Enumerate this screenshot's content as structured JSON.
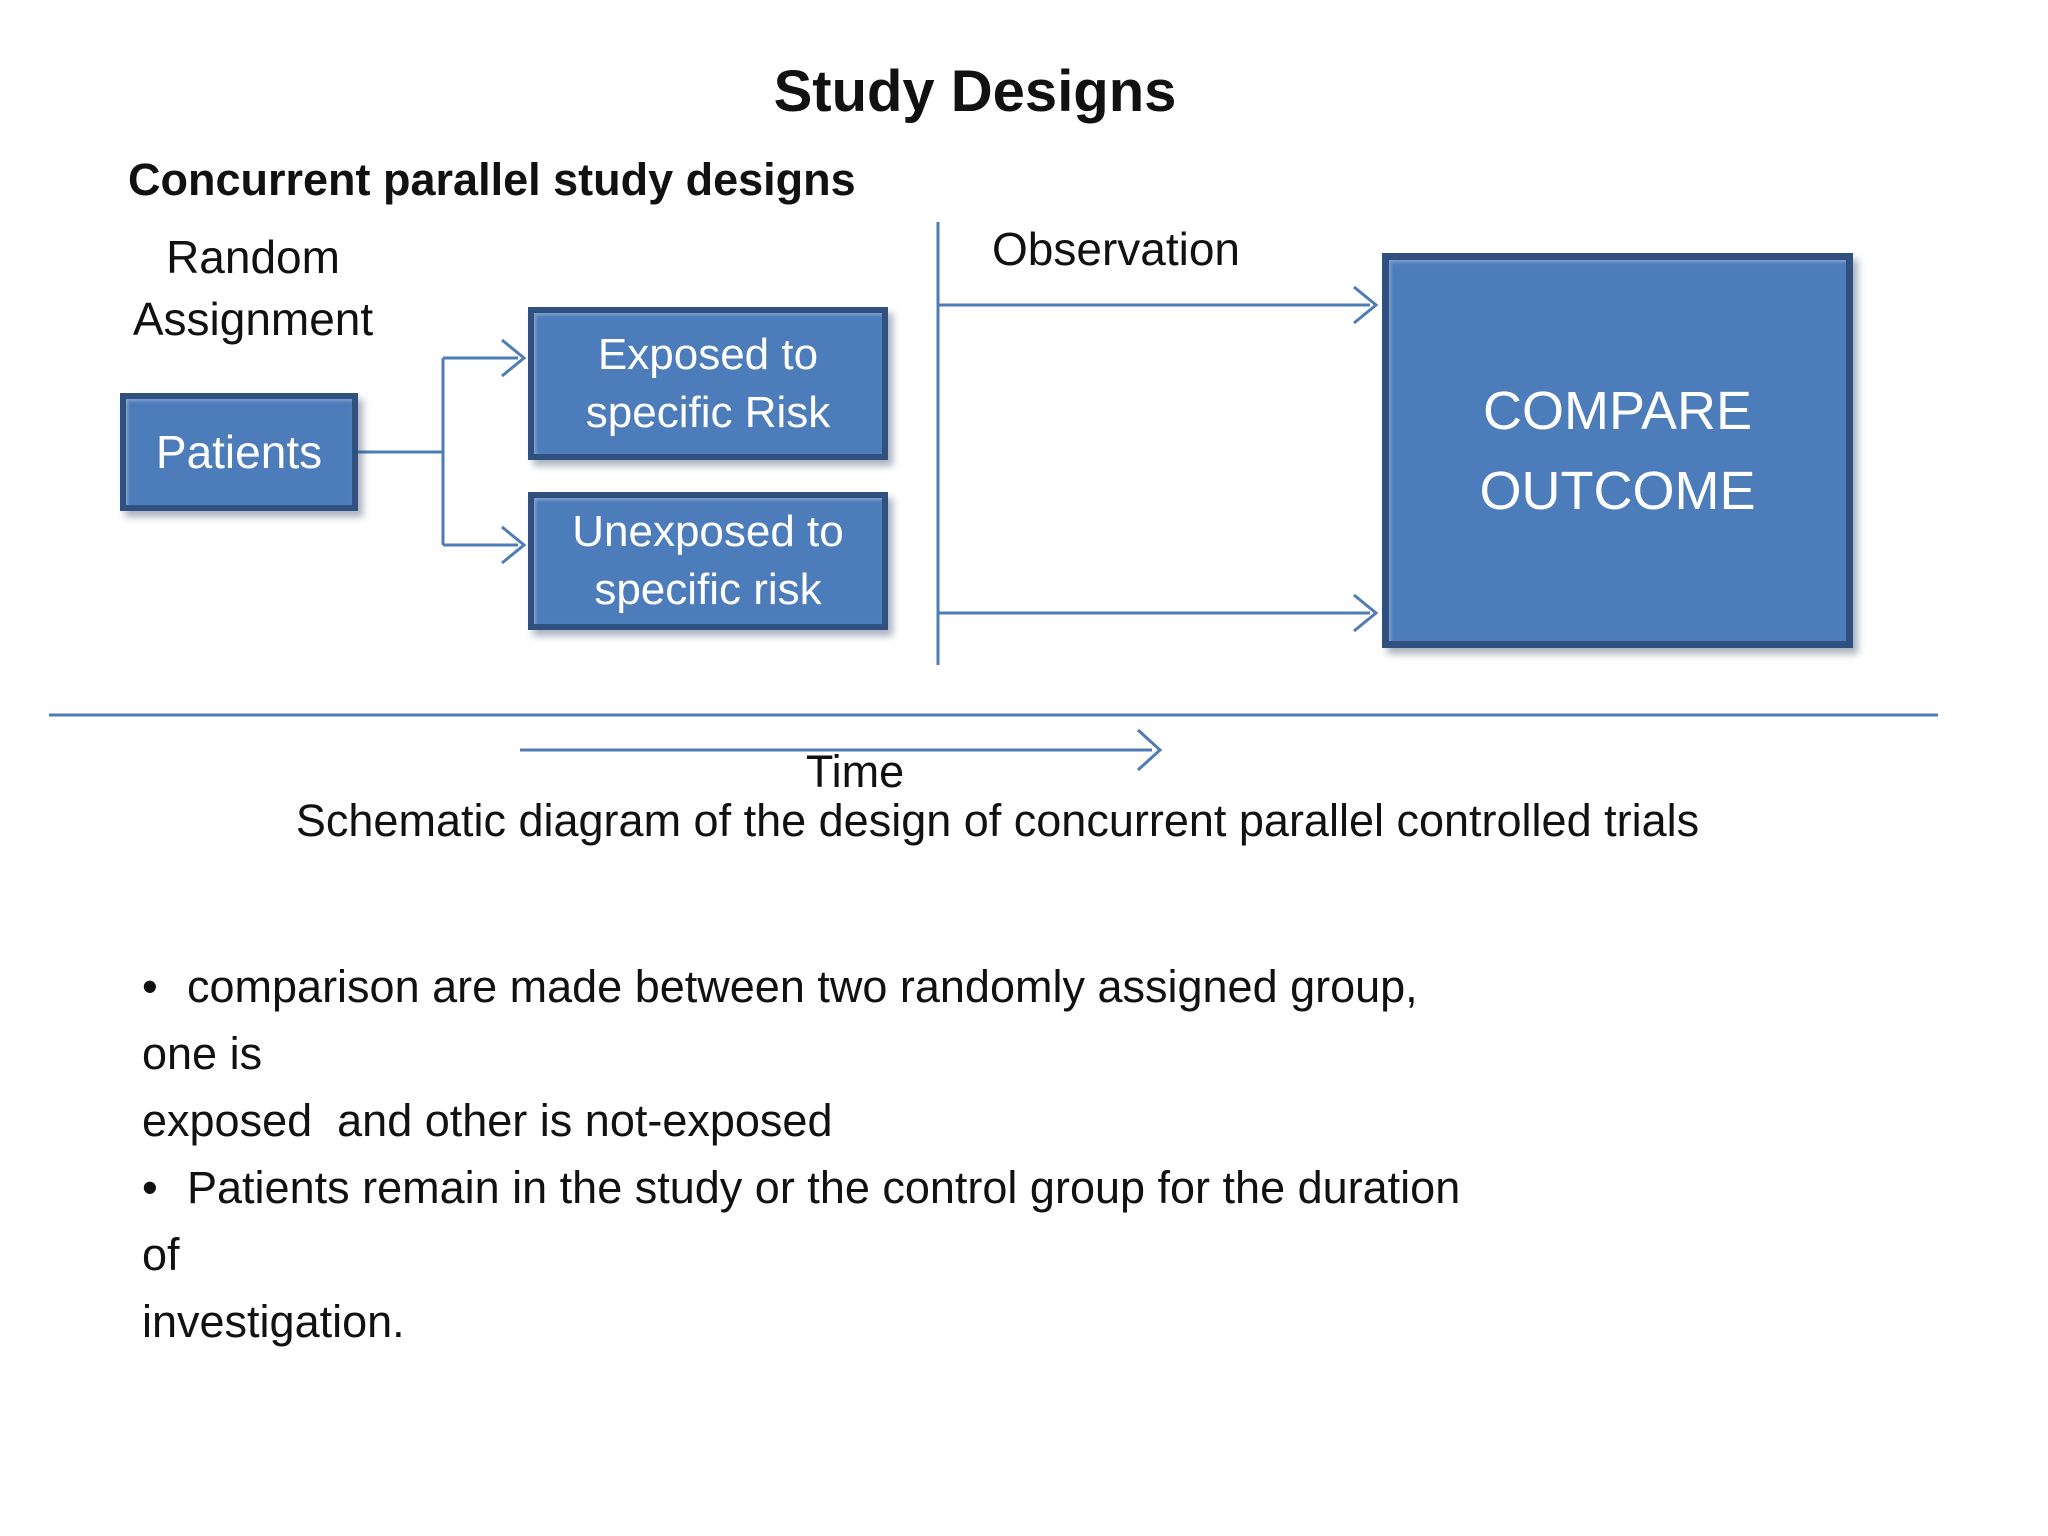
{
  "slide": {
    "title": "Study Designs",
    "subtitle": "Concurrent parallel study designs"
  },
  "diagram": {
    "random_assignment": {
      "lines": [
        "Random",
        "Assignment"
      ]
    },
    "patients_label": "Patients",
    "exposed_box": {
      "lines": [
        "Exposed to",
        "specific Risk"
      ]
    },
    "unexposed_box": {
      "lines": [
        "Unexposed to",
        "specific risk"
      ]
    },
    "observation_label": "Observation",
    "compare_box": {
      "lines": [
        "COMPARE",
        "OUTCOME"
      ]
    },
    "time_label": "Time",
    "caption": "Schematic diagram of the design of concurrent parallel controlled trials"
  },
  "bullets": [
    {
      "marker": "•",
      "lines": [
        "comparison are made between two randomly assigned group, one is",
        "exposed  and other is not-exposed"
      ]
    },
    {
      "marker": "•",
      "lines": [
        "Patients remain in the study or the control group for the duration of",
        "investigation."
      ]
    }
  ],
  "colors": {
    "box_fill": "#4d7cba",
    "box_border": "#30517f",
    "line": "#4e7cb5",
    "text_on_box": "#ffffff",
    "text": "#111111",
    "background": "#ffffff"
  }
}
